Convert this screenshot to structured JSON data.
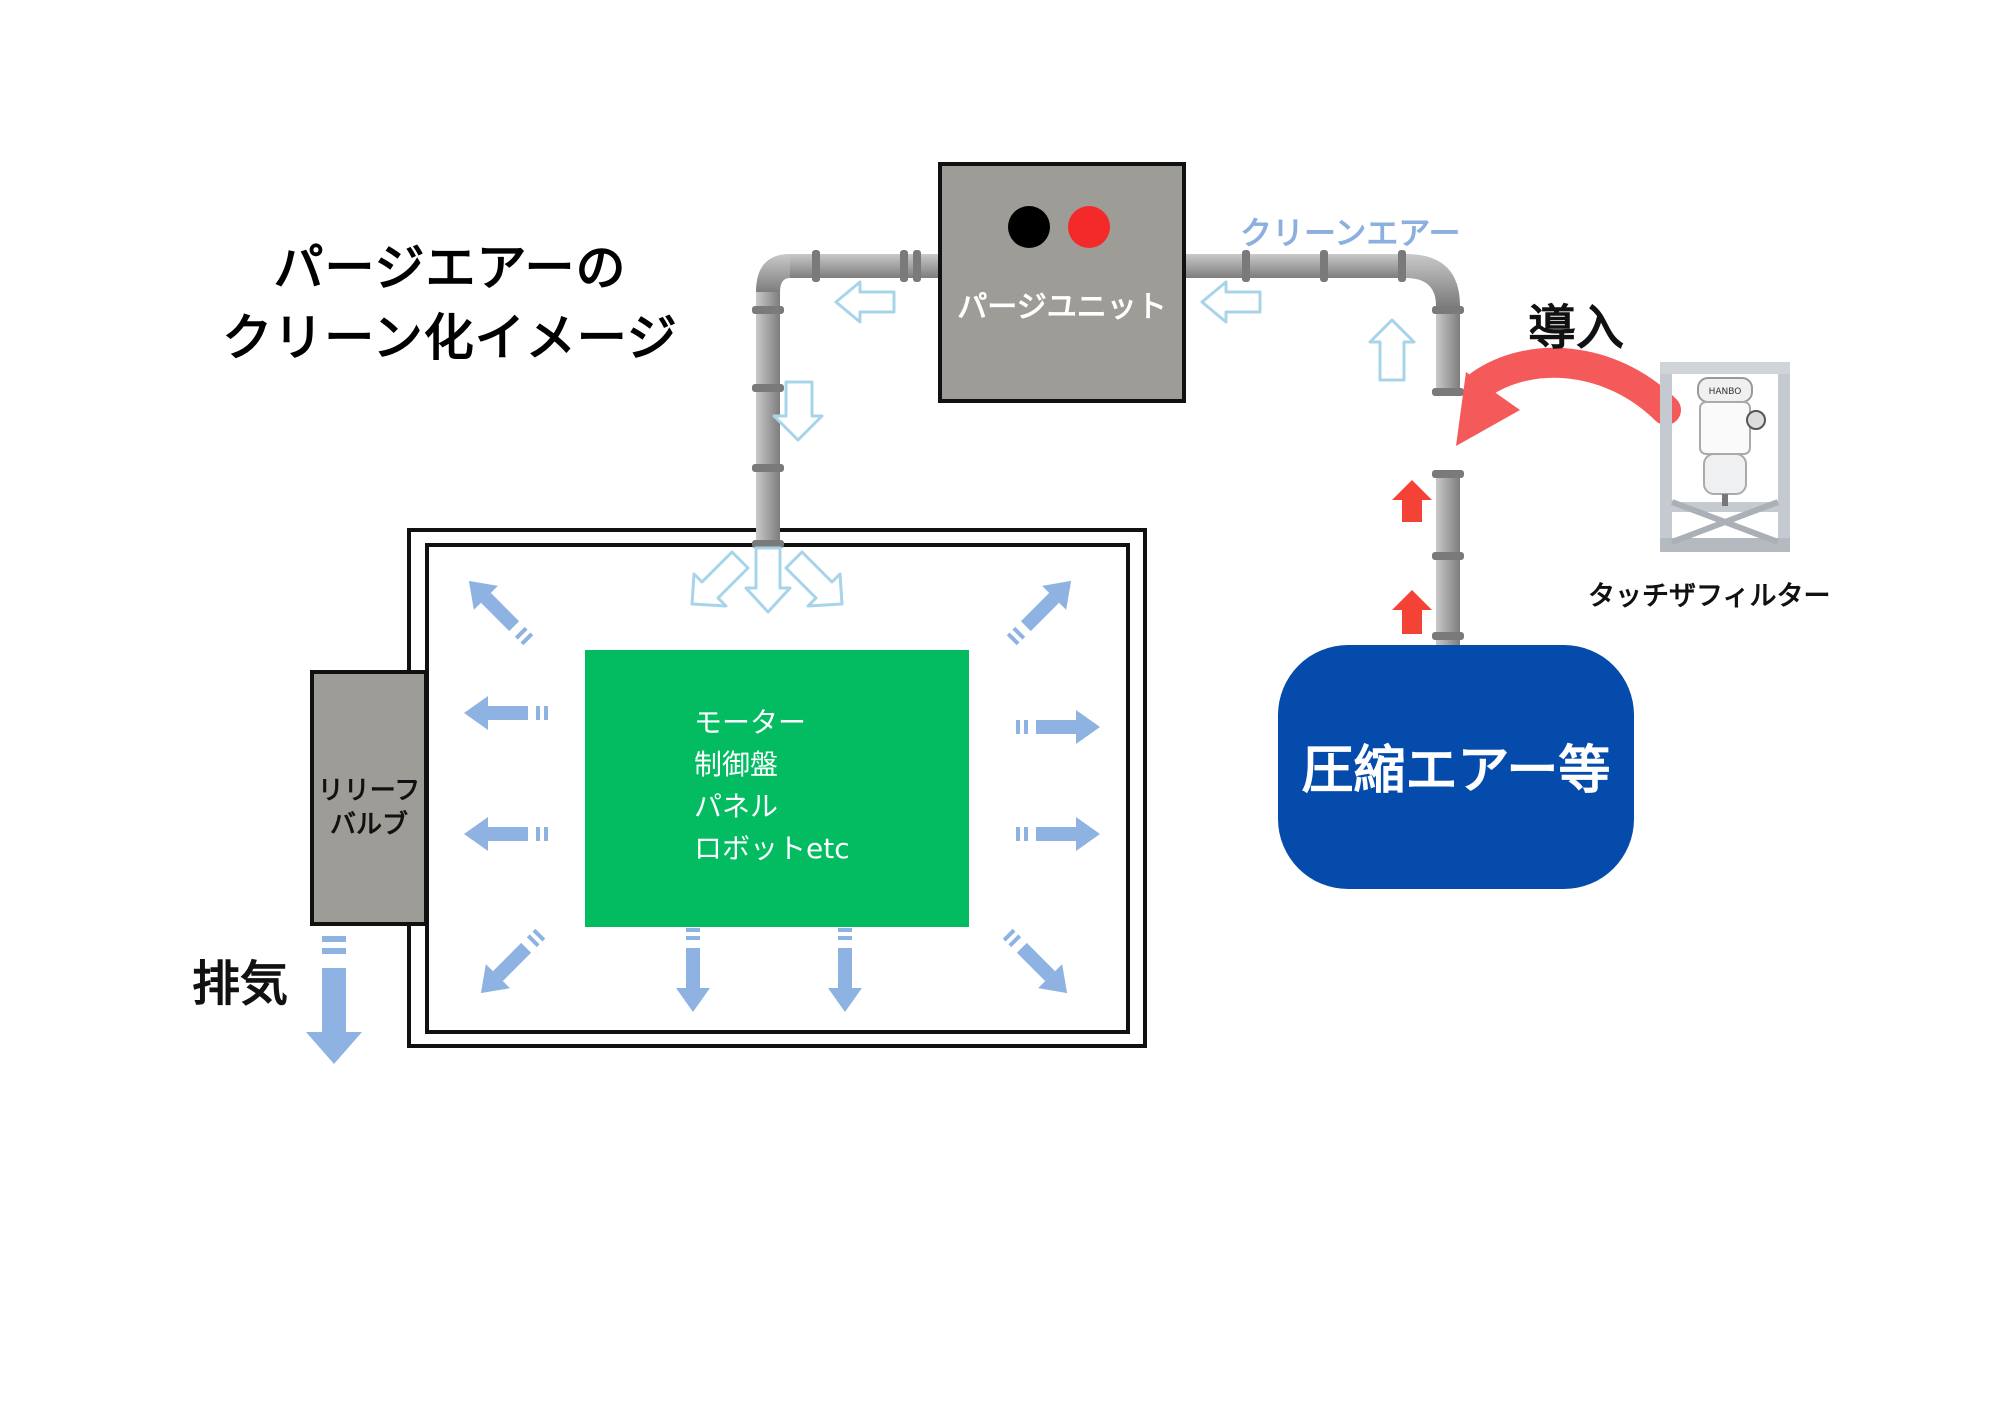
{
  "title": {
    "line1": "パージエアーの",
    "line2": "クリーン化イメージ"
  },
  "purge_unit": {
    "label": "パージユニット"
  },
  "clean_air_label": "クリーンエアー",
  "intro_label": "導入",
  "touch_filter_label": "タッチザフィルター",
  "filter_brand": "HANBO",
  "relief_valve": {
    "line1": "リリーフ",
    "line2": "バルブ"
  },
  "exhaust_label": "排気",
  "equipment": [
    "モーター",
    "制御盤",
    "パネル",
    "ロボットetc"
  ],
  "compressed_air_label": "圧縮エアー等",
  "colors": {
    "pipe": "#a9a9a9",
    "unit_gray": "#9d9c97",
    "equipment_green": "#03bc62",
    "compressed_blue": "#044bab",
    "arrow_blue": "#8eb3e2",
    "outline_arrow": "#a8d4ea",
    "clean_air_text": "#8bb0df",
    "red": "#f44336"
  }
}
